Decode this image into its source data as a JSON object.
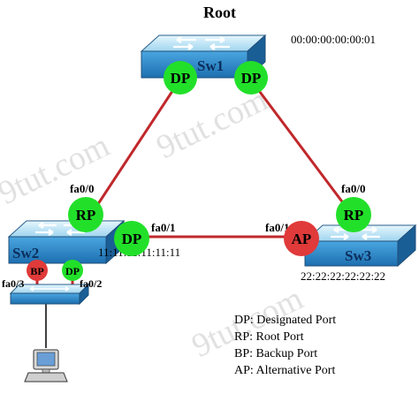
{
  "watermarks": [
    "9tut.com",
    "9tut.com",
    "9tut.com"
  ],
  "root_label": "Root",
  "switches": {
    "sw1": {
      "name": "Sw1",
      "mac": "00:00:00:00:00:01"
    },
    "sw2": {
      "name": "Sw2",
      "mac": "11:11:11:11:11:11"
    },
    "sw3": {
      "name": "Sw3",
      "mac": "22:22:22:22:22:22"
    }
  },
  "ports": {
    "sw1_left": {
      "role": "DP"
    },
    "sw1_right": {
      "role": "DP"
    },
    "sw2_top": {
      "role": "RP",
      "name": "fa0/0"
    },
    "sw2_right": {
      "role": "DP",
      "name": "fa0/1"
    },
    "sw2_bp": {
      "role": "BP",
      "name": "fa0/3"
    },
    "sw2_dp": {
      "role": "DP",
      "name": "fa0/2"
    },
    "sw3_top": {
      "role": "RP",
      "name": "fa0/0"
    },
    "sw3_left": {
      "role": "AP",
      "name": "fa0/1"
    }
  },
  "legend": [
    {
      "abbr": "DP",
      "text": "Designated Port"
    },
    {
      "abbr": "RP",
      "text": "Root Port"
    },
    {
      "abbr": "BP",
      "text": "Backup Port"
    },
    {
      "abbr": "AP",
      "text": "Alternative Port"
    }
  ],
  "colors": {
    "link": "#c0282b",
    "designated": "#22e02a",
    "blocked": "#e03a3a",
    "switch_top": "#bfe6f7",
    "switch_side": "#2f8ed1"
  }
}
